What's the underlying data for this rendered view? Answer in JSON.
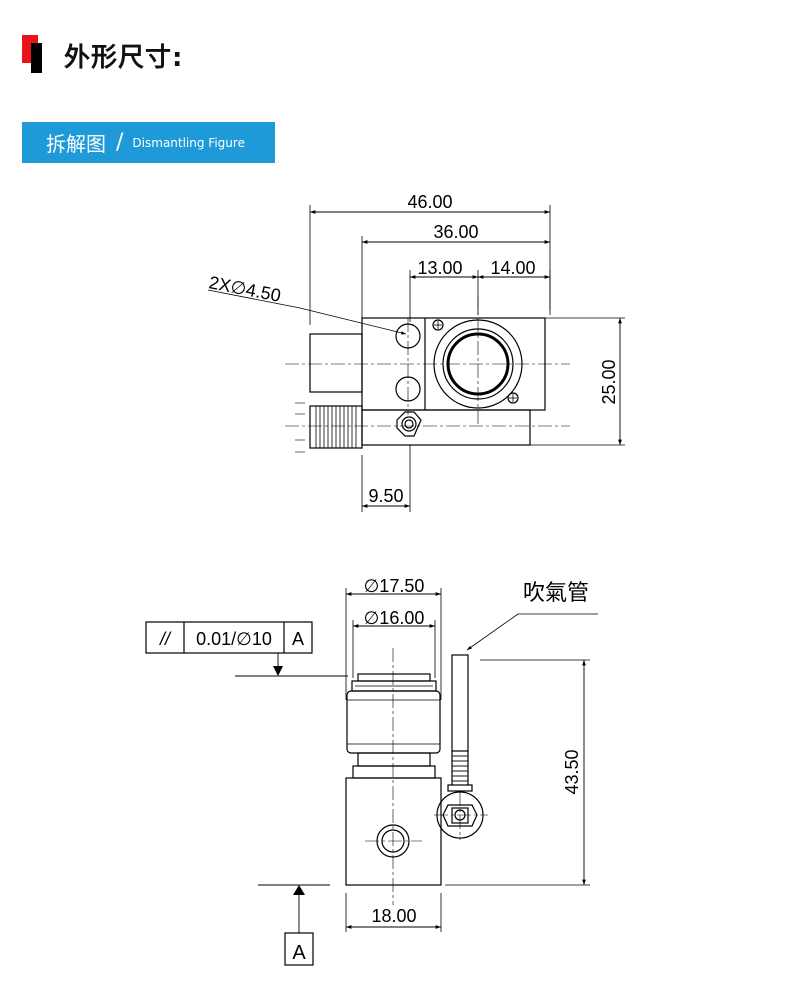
{
  "header": {
    "title": "外形尺寸:",
    "accent_color": "#e8141c"
  },
  "banner": {
    "label_zh": "拆解图",
    "separator": "/",
    "label_en": "Dismantling Figure",
    "color": "#1e9ad9"
  },
  "diagram_top": {
    "dim_overall_width": "46.00",
    "dim_body_width": "36.00",
    "dim_left_offset": "13.00",
    "dim_right_offset": "14.00",
    "dim_hole": "2X∅4.50",
    "dim_height": "25.00",
    "dim_base_offset": "9.50"
  },
  "diagram_bottom": {
    "dim_outer_dia": "∅17.50",
    "dim_inner_dia": "∅16.00",
    "tolerance_symbol": "//",
    "tolerance_value": "0.01/∅10",
    "tolerance_datum": "A",
    "callout_label": "吹氣管",
    "dim_height": "43.50",
    "dim_width": "18.00",
    "datum_label": "A"
  }
}
